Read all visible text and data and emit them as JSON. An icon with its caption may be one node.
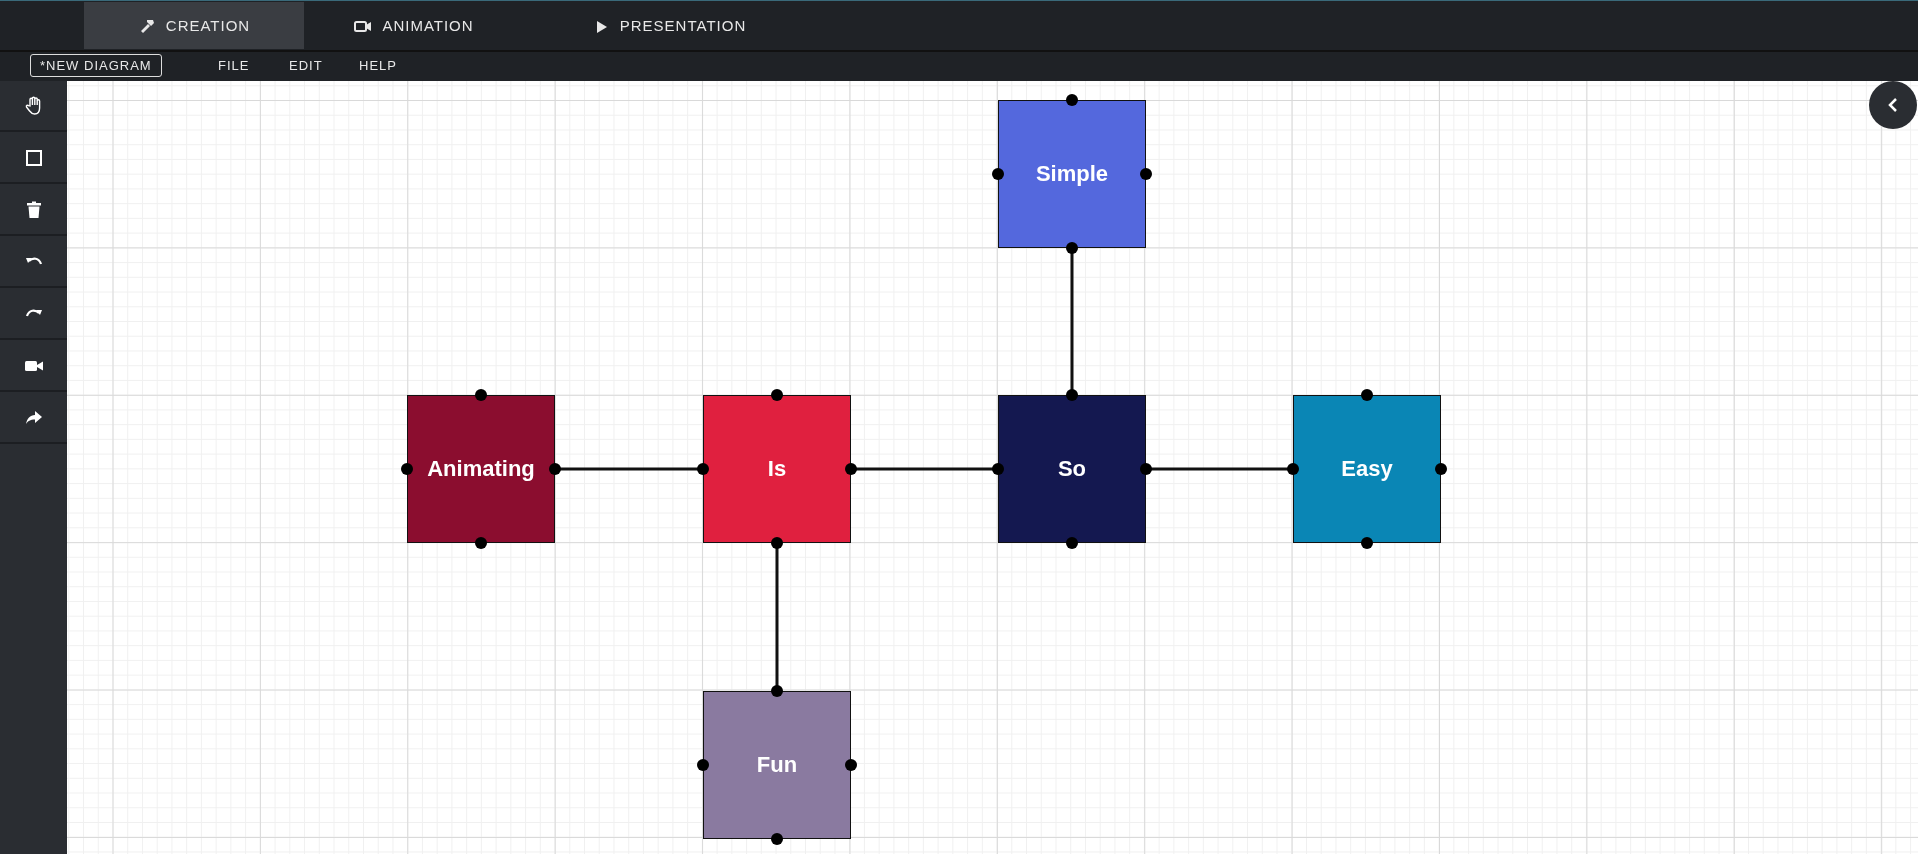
{
  "diagram": {
    "nodes": [
      {
        "text": [
          "Simple"
        ]
      },
      {
        "text": [
          "Animating"
        ]
      },
      {
        "text": [
          "Is"
        ]
      },
      {
        "text": [
          "So"
        ]
      },
      {
        "text": [
          "Easy"
        ]
      },
      {
        "text": [
          "Fun"
        ]
      }
    ],
    "edges": [
      {
        "from": 1,
        "to": 2,
        "arrow": "none"
      },
      {
        "from": 2,
        "to": 3,
        "arrow": "none"
      },
      {
        "from": 3,
        "to": 4,
        "arrow": "none"
      },
      {
        "from": 0,
        "to": 3,
        "arrow": "none"
      },
      {
        "from": 2,
        "to": 5,
        "arrow": "none"
      }
    ],
    "labels": [
      "CREATION",
      "ANIMATION",
      "PRESENTATION",
      "*NEW DIAGRAM",
      "FILE",
      "EDIT",
      "HELP"
    ]
  }
}
